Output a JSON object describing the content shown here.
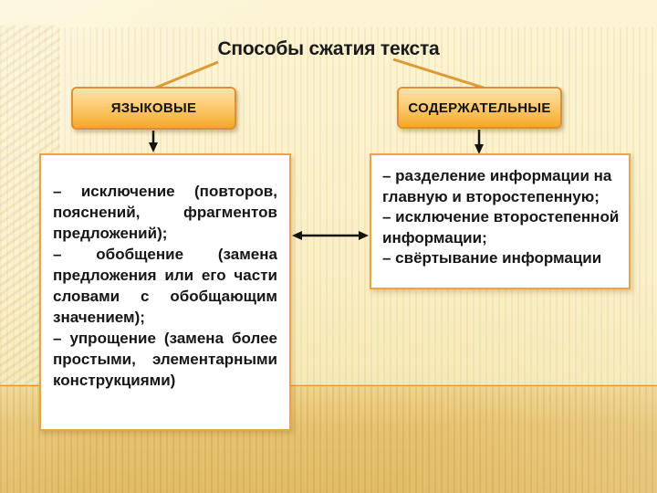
{
  "slide": {
    "title": "Способы сжатия текста",
    "left_branch": {
      "label": "ЯЗЫКОВЫЕ",
      "items": [
        "– исключение (повторов, пояснений, фрагментов предложений);",
        "– обобщение (замена предложения или его части словами с обобщающим значением);",
        "– упрощение (замена более простыми, элементарными конструкциями)"
      ]
    },
    "right_branch": {
      "label": "СОДЕРЖАТЕЛЬНЫЕ",
      "items": [
        "– разделение информации на главную и второстепенную;",
        "– исключение второстепенной информации;",
        "– свёртывание информации"
      ]
    },
    "colors": {
      "background_cream": "#faefc6",
      "background_gold": "#e2bd66",
      "node_fill_top": "#fde2a8",
      "node_fill_bottom": "#f6a827",
      "node_border": "#dd8f33",
      "panel_border": "#e8a546",
      "connector_orange": "#dd9933",
      "divider_rule": "#e0942f",
      "arrow_black": "#141414",
      "text_color": "#1a1a1a"
    }
  }
}
